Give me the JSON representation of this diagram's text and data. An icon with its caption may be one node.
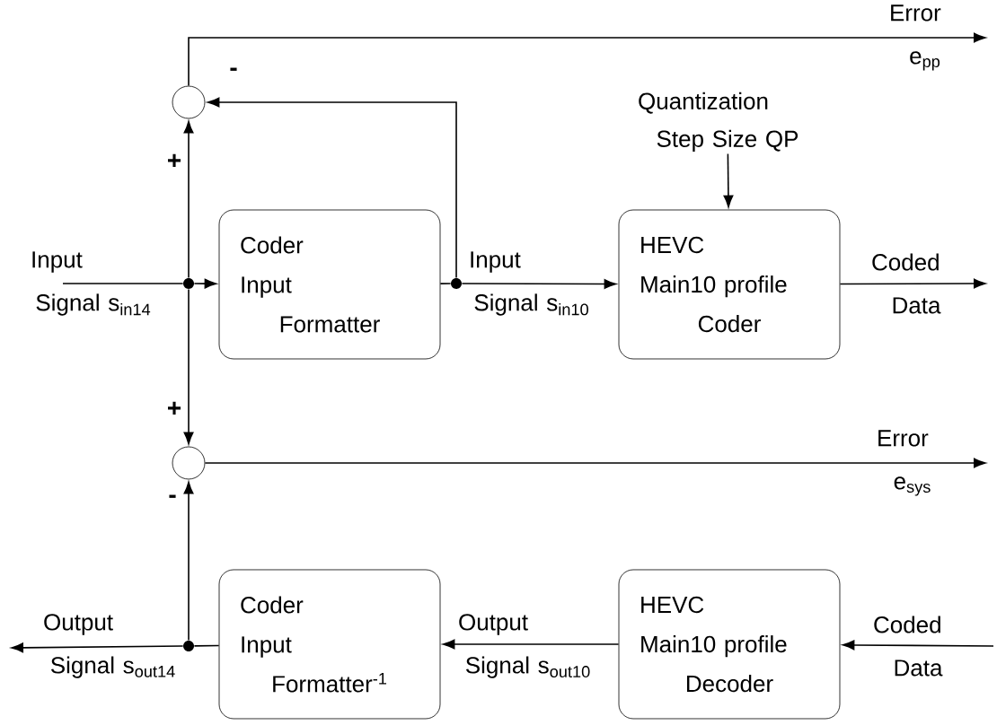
{
  "diagram": {
    "nodes": [
      {
        "text": [],
        "shape": "circle"
      },
      {
        "text": [
          "Quantization Step Size QP"
        ]
      },
      {
        "text": [
          "Coder Input Formatter"
        ]
      },
      {
        "text": [],
        "shape": "dot"
      },
      {
        "text": [],
        "shape": "dot"
      },
      {
        "text": [
          "HEVC Main10 profile Coder"
        ]
      },
      {
        "text": [],
        "shape": "circle"
      },
      {
        "text": [],
        "shape": "dot"
      },
      {
        "text": [
          "Coder Input Formatter$^{-1}$"
        ]
      },
      {
        "text": [
          "HEVC Main10 profile Decoder"
        ]
      }
    ],
    "edges": [
      {
        "from": null,
        "to": 3,
        "arrow": "none",
        "label": "Input Signal s$_{in14}$"
      },
      {
        "from": 3,
        "to": 2,
        "arrow": "to"
      },
      {
        "from": 3,
        "to": 0,
        "arrow": "to",
        "label": "+"
      },
      {
        "from": 3,
        "to": 6,
        "arrow": "to",
        "label": "+"
      },
      {
        "from": 2,
        "to": 4,
        "arrow": "none"
      },
      {
        "from": 4,
        "to": 5,
        "arrow": "to",
        "label": "Input Signal s$_{in10}$"
      },
      {
        "from": 4,
        "to": 0,
        "arrow": "to",
        "label": "-"
      },
      {
        "from": 0,
        "to": null,
        "arrow": "to",
        "label": "Error e$_{pp}$"
      },
      {
        "from": 1,
        "to": 5,
        "arrow": "to"
      },
      {
        "from": 5,
        "to": null,
        "arrow": "to",
        "label": "Coded Data"
      },
      {
        "from": 6,
        "to": null,
        "arrow": "to",
        "label": "Error e$_{sys}$"
      },
      {
        "from": null,
        "to": 9,
        "arrow": "to",
        "label": "Coded Data"
      },
      {
        "from": 9,
        "to": 8,
        "arrow": "to",
        "label": "Output Signal s$_{out10}$"
      },
      {
        "from": 8,
        "to": 7,
        "arrow": "none"
      },
      {
        "from": 7,
        "to": null,
        "arrow": "to",
        "label": "Output Signal s$_{out14}$"
      },
      {
        "from": 7,
        "to": 6,
        "arrow": "to",
        "label": "-"
      }
    ]
  }
}
